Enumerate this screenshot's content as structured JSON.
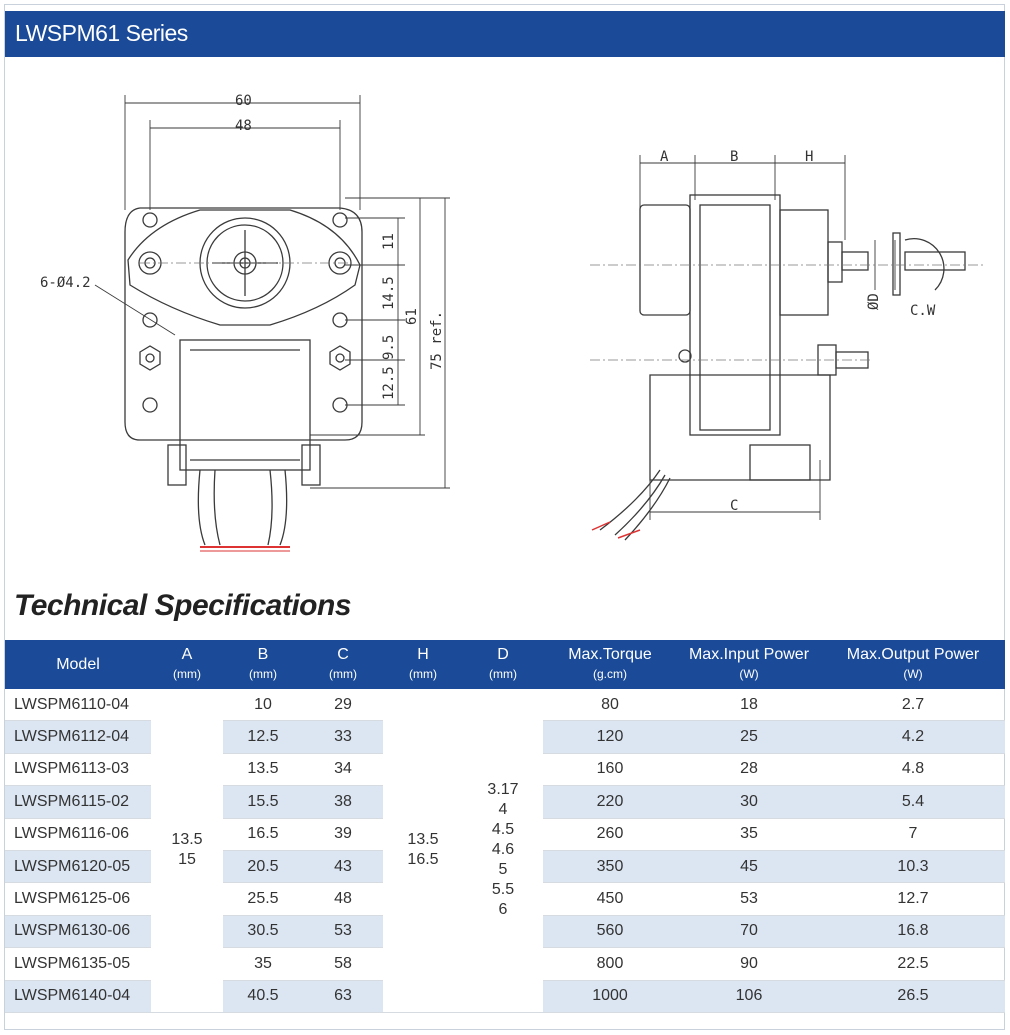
{
  "header": {
    "title": "LWSPM61 Series"
  },
  "drawing": {
    "front_dims": {
      "w60": "60",
      "w48": "48",
      "holes": "6-Ø4.2",
      "d11": "11",
      "d14_5": "14.5",
      "d9_5": "9.5",
      "d12_5": "12.5",
      "d61": "61",
      "d75": "75 ref."
    },
    "side_dims": {
      "a": "A",
      "b": "B",
      "h": "H",
      "c": "C",
      "d": "ØD",
      "cw": "C.W"
    }
  },
  "spec": {
    "title": "Technical Specifications",
    "columns": [
      {
        "label": "Model",
        "unit": ""
      },
      {
        "label": "A",
        "unit": "(mm)"
      },
      {
        "label": "B",
        "unit": "(mm)"
      },
      {
        "label": "C",
        "unit": "(mm)"
      },
      {
        "label": "H",
        "unit": "(mm)"
      },
      {
        "label": "D",
        "unit": "(mm)"
      },
      {
        "label": "Max.Torque",
        "unit": "(g.cm)"
      },
      {
        "label": "Max.Input Power",
        "unit": "(W)"
      },
      {
        "label": "Max.Output Power",
        "unit": "(W)"
      }
    ],
    "shared": {
      "a": [
        "13.5",
        "15"
      ],
      "h": [
        "13.5",
        "16.5"
      ],
      "d": [
        "3.17",
        "4",
        "4.5",
        "4.6",
        "5",
        "5.5",
        "6"
      ]
    },
    "rows": [
      {
        "model": "LWSPM6110-04",
        "b": "10",
        "c": "29",
        "torque": "80",
        "input": "18",
        "output": "2.7"
      },
      {
        "model": "LWSPM6112-04",
        "b": "12.5",
        "c": "33",
        "torque": "120",
        "input": "25",
        "output": "4.2"
      },
      {
        "model": "LWSPM6113-03",
        "b": "13.5",
        "c": "34",
        "torque": "160",
        "input": "28",
        "output": "4.8"
      },
      {
        "model": "LWSPM6115-02",
        "b": "15.5",
        "c": "38",
        "torque": "220",
        "input": "30",
        "output": "5.4"
      },
      {
        "model": "LWSPM6116-06",
        "b": "16.5",
        "c": "39",
        "torque": "260",
        "input": "35",
        "output": "7"
      },
      {
        "model": "LWSPM6120-05",
        "b": "20.5",
        "c": "43",
        "torque": "350",
        "input": "45",
        "output": "10.3"
      },
      {
        "model": "LWSPM6125-06",
        "b": "25.5",
        "c": "48",
        "torque": "450",
        "input": "53",
        "output": "12.7"
      },
      {
        "model": "LWSPM6130-06",
        "b": "30.5",
        "c": "53",
        "torque": "560",
        "input": "70",
        "output": "16.8"
      },
      {
        "model": "LWSPM6135-05",
        "b": "35",
        "c": "58",
        "torque": "800",
        "input": "90",
        "output": "22.5"
      },
      {
        "model": "LWSPM6140-04",
        "b": "40.5",
        "c": "63",
        "torque": "1000",
        "input": "106",
        "output": "26.5"
      }
    ]
  }
}
